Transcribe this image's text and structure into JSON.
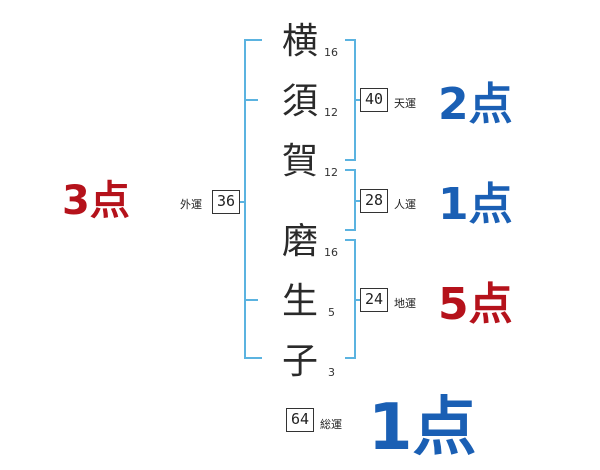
{
  "name_chars": [
    {
      "char": "横",
      "strokes": "16"
    },
    {
      "char": "須",
      "strokes": "12"
    },
    {
      "char": "賀",
      "strokes": "12"
    },
    {
      "char": "磨",
      "strokes": "16"
    },
    {
      "char": "生",
      "strokes": "5"
    },
    {
      "char": "子",
      "strokes": "3"
    }
  ],
  "tenkaku": {
    "value": "40",
    "label": "天運",
    "score": "2点",
    "score_color": "#1a5fb4"
  },
  "jinkaku": {
    "value": "28",
    "label": "人運",
    "score": "1点",
    "score_color": "#1a5fb4"
  },
  "chikaku": {
    "value": "24",
    "label": "地運",
    "score": "5点",
    "score_color": "#b5121b"
  },
  "gaikaku": {
    "value": "36",
    "label": "外運",
    "score": "3点",
    "score_color": "#b5121b"
  },
  "soukaku": {
    "value": "64",
    "label": "総運",
    "score": "1点",
    "score_color": "#1a5fb4"
  },
  "colors": {
    "bracket": "#5bb3e0",
    "blue": "#1a5fb4",
    "red": "#b5121b"
  }
}
